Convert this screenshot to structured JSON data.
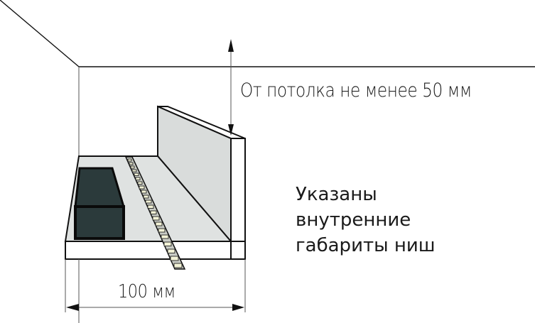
{
  "diagram": {
    "type": "installation-schematic",
    "ceiling_clearance_label": "От потолка не менее 50 мм",
    "width_dimension_label": "100 мм",
    "note_lines": [
      "Указаны",
      "внутренние",
      "габариты ниш"
    ],
    "elements": {
      "room_corner": "wall-ceiling corner",
      "niche_shelf": "light grey shelf",
      "back_panel": "vertical screen panel",
      "power_supply": "dark rectangular box",
      "led_strip": "LED strip with SMD chips"
    },
    "colors": {
      "line": "#111111",
      "shelf_fill": "#dfe2e1",
      "panel_fill": "#d9dcdb",
      "box_fill": "#2b3a3b",
      "led_chip": "#f2f2d6",
      "strip_fill": "#c9ccc5",
      "dim_line": "#444444"
    }
  }
}
